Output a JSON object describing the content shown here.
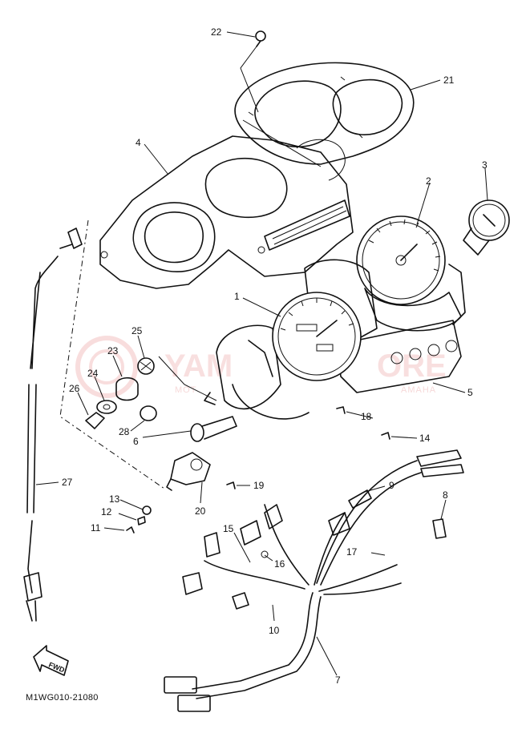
{
  "diagram_code": "M1WG010-21080",
  "fwd_label": "FWD",
  "watermark": {
    "text": "YAM",
    "text_right": "ORE",
    "subtext": "MOT",
    "subtext_right": "AMAHA"
  },
  "callouts": [
    {
      "id": "c1",
      "label": "1"
    },
    {
      "id": "c2",
      "label": "2"
    },
    {
      "id": "c3",
      "label": "3"
    },
    {
      "id": "c4",
      "label": "4"
    },
    {
      "id": "c5",
      "label": "5"
    },
    {
      "id": "c6",
      "label": "6"
    },
    {
      "id": "c7",
      "label": "7"
    },
    {
      "id": "c8",
      "label": "8"
    },
    {
      "id": "c9",
      "label": "9"
    },
    {
      "id": "c10",
      "label": "10"
    },
    {
      "id": "c11",
      "label": "11"
    },
    {
      "id": "c12",
      "label": "12"
    },
    {
      "id": "c13",
      "label": "13"
    },
    {
      "id": "c14",
      "label": "14"
    },
    {
      "id": "c15",
      "label": "15"
    },
    {
      "id": "c16",
      "label": "16"
    },
    {
      "id": "c17",
      "label": "17"
    },
    {
      "id": "c18",
      "label": "18"
    },
    {
      "id": "c19",
      "label": "19"
    },
    {
      "id": "c20",
      "label": "20"
    },
    {
      "id": "c21",
      "label": "21"
    },
    {
      "id": "c22",
      "label": "22"
    },
    {
      "id": "c23",
      "label": "23"
    },
    {
      "id": "c24",
      "label": "24"
    },
    {
      "id": "c25",
      "label": "25"
    },
    {
      "id": "c26",
      "label": "26"
    },
    {
      "id": "c27",
      "label": "27"
    },
    {
      "id": "c28",
      "label": "28"
    }
  ]
}
